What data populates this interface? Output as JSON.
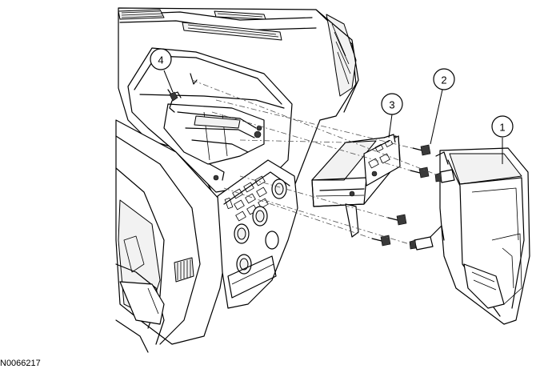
{
  "figure_id": "N0066217",
  "callouts": [
    {
      "id": "1",
      "label": "1"
    },
    {
      "id": "2",
      "label": "2"
    },
    {
      "id": "3",
      "label": "3"
    },
    {
      "id": "4",
      "label": "4"
    }
  ]
}
